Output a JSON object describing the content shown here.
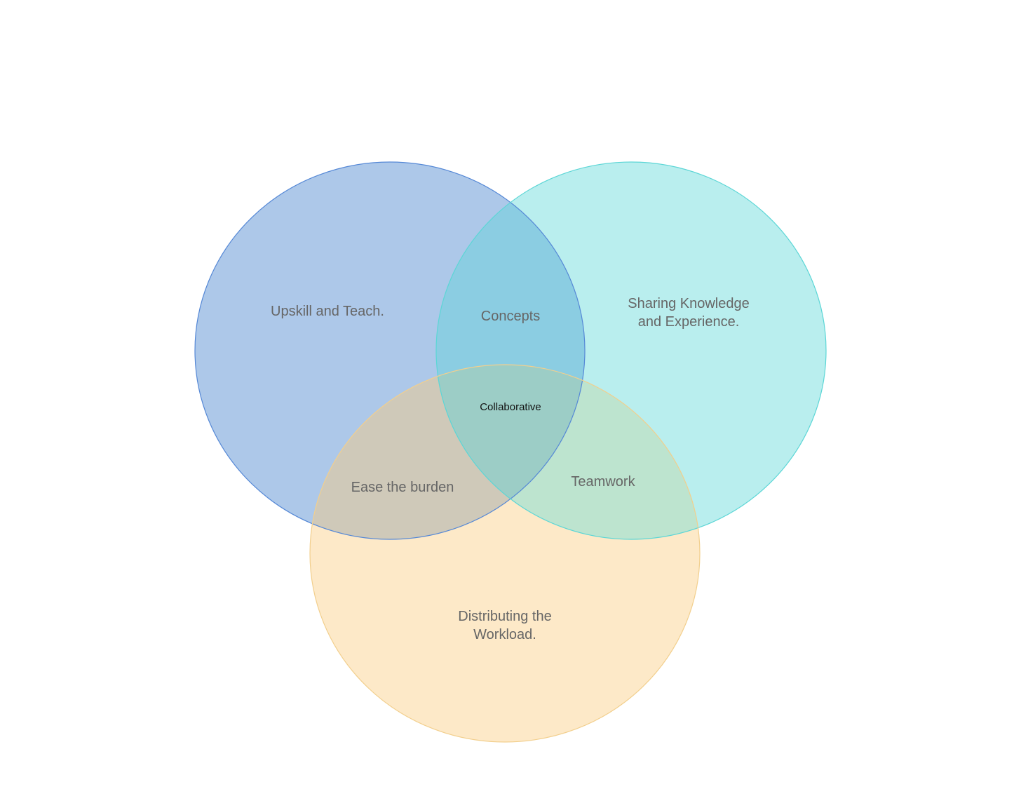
{
  "diagram": {
    "type": "venn",
    "sets": [
      {
        "id": "blue",
        "label": "Upskill and Teach.",
        "fill": "#adc8e9",
        "stroke": "#5588d6"
      },
      {
        "id": "cyan",
        "label": "Sharing Knowledge\nand Experience.",
        "fill": "#b9eeee",
        "stroke": "#5cd6d6"
      },
      {
        "id": "yellow",
        "label": "Distributing the\nWorkload.",
        "fill": "#fde9c8",
        "stroke": "#f2cf8d"
      }
    ],
    "intersections": {
      "blue_cyan": {
        "label": "Concepts",
        "fill": "#8bcde2"
      },
      "blue_yellow": {
        "label": "Ease the burden",
        "fill": "#cfc9b9"
      },
      "cyan_yellow": {
        "label": "Teamwork",
        "fill": "#bde4cf"
      },
      "all": {
        "label": "Collaborative",
        "fill": "#9ccdc6"
      }
    }
  }
}
